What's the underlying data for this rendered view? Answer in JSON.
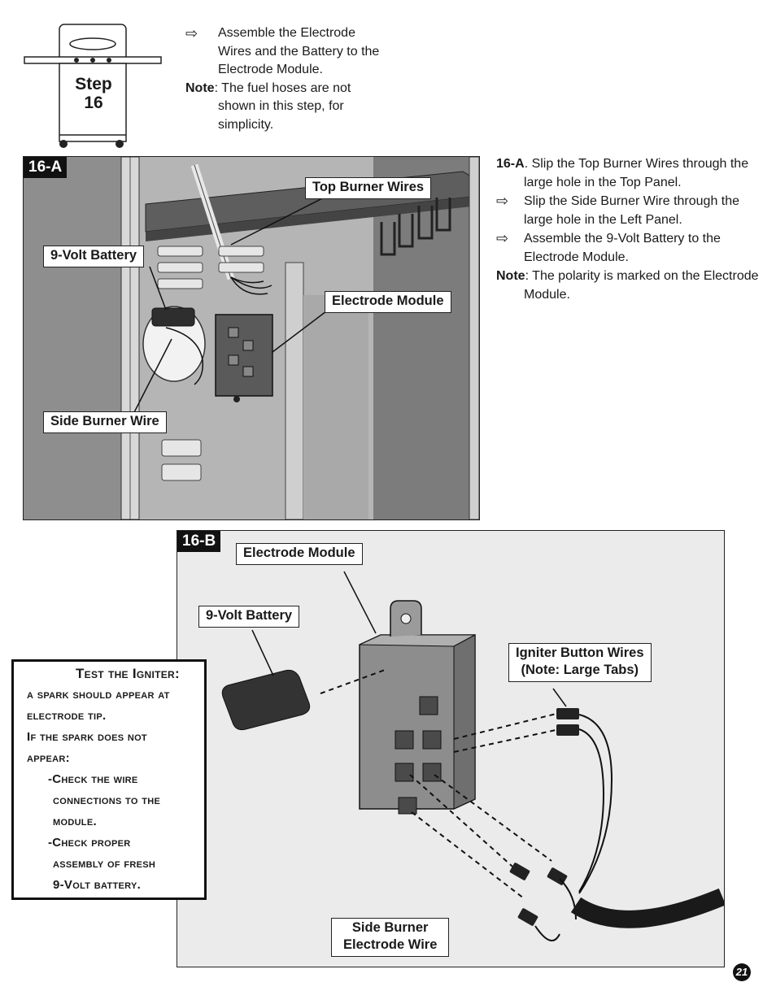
{
  "step": {
    "label": "Step",
    "number": "16"
  },
  "intro": {
    "arrow": "⇨",
    "line1": "Assemble the Electrode",
    "line2": "Wires and the Battery to the",
    "line3": "Electrode Module.",
    "note_label": "Note",
    "note_line1": ": The fuel hoses are not",
    "note_line2": "shown in this step, for",
    "note_line3": "simplicity."
  },
  "fig_a": {
    "tag": "16-A",
    "labels": {
      "top_burner_wires": "Top Burner Wires",
      "battery": "9-Volt Battery",
      "electrode_module": "Electrode Module",
      "side_burner_wire": "Side Burner Wire"
    }
  },
  "steps_a": {
    "ref": "16-A",
    "s1_rest": ". Slip the Top Burner Wires through the",
    "s1_line2": "large hole in the Top Panel.",
    "s2_line1": "Slip the Side Burner Wire through the",
    "s2_line2": "large hole in the Left Panel.",
    "s3_line1": "Assemble the 9-Volt Battery to the",
    "s3_line2": "Electrode Module.",
    "note_label": "Note",
    "note_line1": ": The polarity is marked on the Electrode",
    "note_line2": "Module."
  },
  "fig_b": {
    "tag": "16-B",
    "labels": {
      "electrode_module": "Electrode Module",
      "battery": "9-Volt Battery",
      "igniter_line1": "Igniter Button Wires",
      "igniter_line2": "(Note: Large Tabs)",
      "side_line1": "Side Burner",
      "side_line2": "Electrode Wire"
    }
  },
  "test_box": {
    "l1": "Test the Igniter:",
    "l2": "a spark should appear at",
    "l3": "electrode tip.",
    "l4": "If the spark does not",
    "l5": "appear:",
    "l6": "-Check the wire",
    "l7": "connections to the",
    "l8": "module.",
    "l9": "-Check proper",
    "l10": "assembly of fresh",
    "l11": "9-Volt battery."
  },
  "page_number": "21"
}
